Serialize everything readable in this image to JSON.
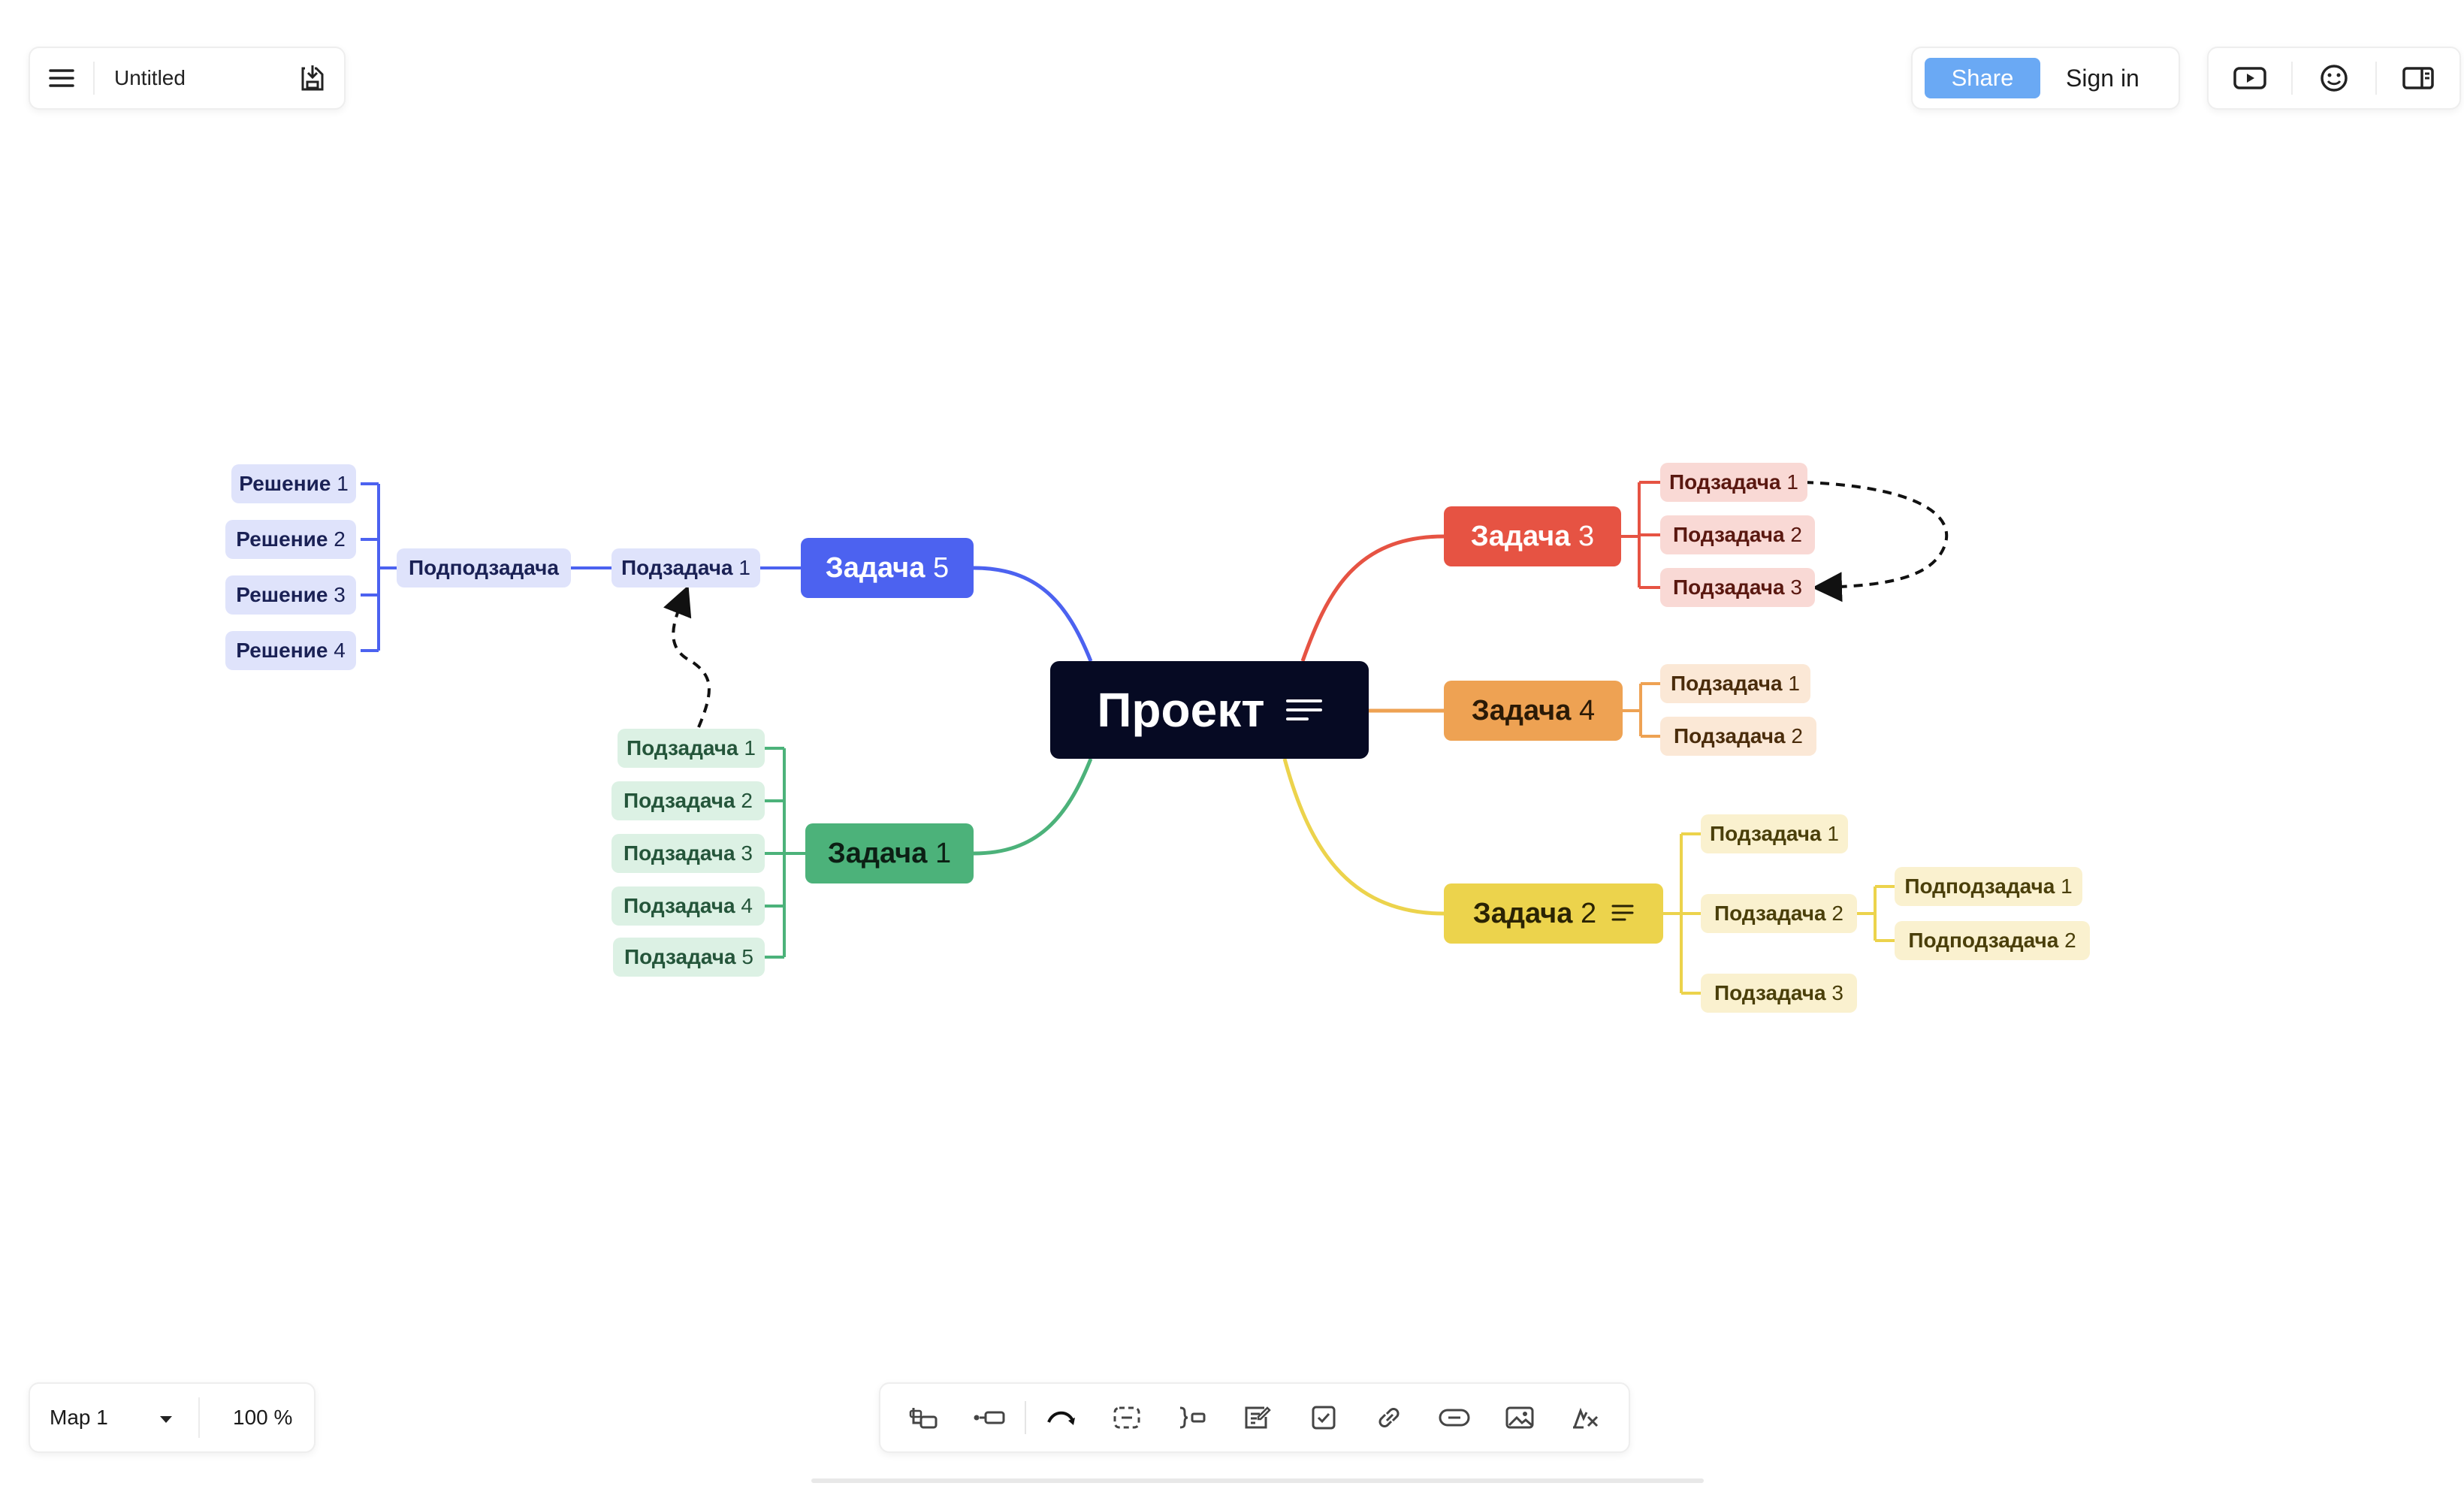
{
  "header": {
    "doc_title": "Untitled",
    "share_label": "Share",
    "signin_label": "Sign in"
  },
  "footer": {
    "map_name": "Map 1",
    "zoom": "100 %"
  },
  "colors": {
    "root": "#060a23",
    "blue": "#4c62f0",
    "green": "#4cb27a",
    "red": "#e65343",
    "orange": "#eea253",
    "yellow": "#ecd34c"
  },
  "mindmap": {
    "root": "Проект",
    "task5": {
      "word": "Задача",
      "num": "5",
      "sub": {
        "word": "Подзадача",
        "num": "1"
      },
      "subsub": "Подподзадача",
      "solutions": [
        {
          "word": "Решение",
          "num": "1"
        },
        {
          "word": "Решение",
          "num": "2"
        },
        {
          "word": "Решение",
          "num": "3"
        },
        {
          "word": "Решение",
          "num": "4"
        }
      ]
    },
    "task1": {
      "word": "Задача",
      "num": "1",
      "subs": [
        {
          "word": "Подзадача",
          "num": "1"
        },
        {
          "word": "Подзадача",
          "num": "2"
        },
        {
          "word": "Подзадача",
          "num": "3"
        },
        {
          "word": "Подзадача",
          "num": "4"
        },
        {
          "word": "Подзадача",
          "num": "5"
        }
      ]
    },
    "task3": {
      "word": "Задача",
      "num": "3",
      "subs": [
        {
          "word": "Подзадача",
          "num": "1"
        },
        {
          "word": "Подзадача",
          "num": "2"
        },
        {
          "word": "Подзадача",
          "num": "3"
        }
      ]
    },
    "task4": {
      "word": "Задача",
      "num": "4",
      "subs": [
        {
          "word": "Подзадача",
          "num": "1"
        },
        {
          "word": "Подзадача",
          "num": "2"
        }
      ]
    },
    "task2": {
      "word": "Задача",
      "num": "2",
      "subs": [
        {
          "word": "Подзадача",
          "num": "1"
        },
        {
          "word": "Подзадача",
          "num": "2"
        },
        {
          "word": "Подзадача",
          "num": "3"
        }
      ],
      "subsubs": [
        {
          "word": "Подподзадача",
          "num": "1"
        },
        {
          "word": "Подподзадача",
          "num": "2"
        }
      ]
    }
  }
}
